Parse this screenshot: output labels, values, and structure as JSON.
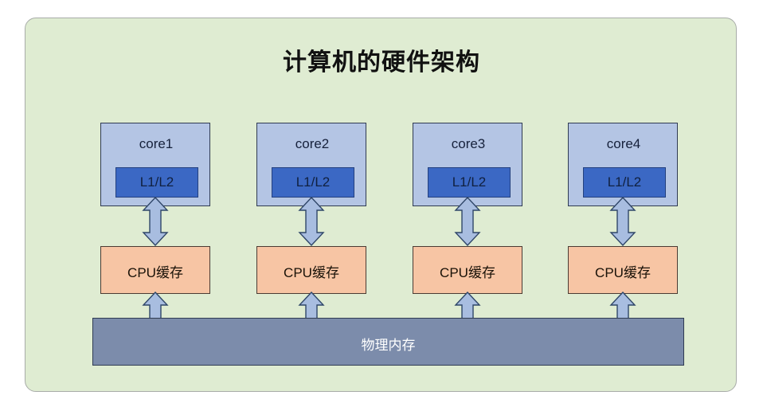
{
  "diagram": {
    "title": "计算机的硬件架构",
    "panel_bg_color": "#dfecd2",
    "panel_border_color": "#a8aca8",
    "cores": [
      {
        "label": "core1",
        "cache_level_label": "L1/L2",
        "cpu_cache_label": "CPU缓存"
      },
      {
        "label": "core2",
        "cache_level_label": "L1/L2",
        "cpu_cache_label": "CPU缓存"
      },
      {
        "label": "core3",
        "cache_level_label": "L1/L2",
        "cpu_cache_label": "CPU缓存"
      },
      {
        "label": "core4",
        "cache_level_label": "L1/L2",
        "cpu_cache_label": "CPU缓存"
      }
    ],
    "memory": {
      "label": "物理内存",
      "fill_color": "#7c8cab",
      "text_color": "#ffffff"
    },
    "colors": {
      "core_fill": "#b4c5e4",
      "core_border": "#2f3b52",
      "l1l2_fill": "#3b68c4",
      "l1l2_border": "#23407e",
      "cache_fill": "#f7c5a4",
      "cache_border": "#4a3b33",
      "arrow_fill": "#a8bde0",
      "arrow_border": "#2f4668",
      "title_color": "#111111"
    },
    "arrows": {
      "core_to_cache": "double-headed-vertical-arrow",
      "cache_to_memory": "double-headed-vertical-arrow"
    }
  }
}
